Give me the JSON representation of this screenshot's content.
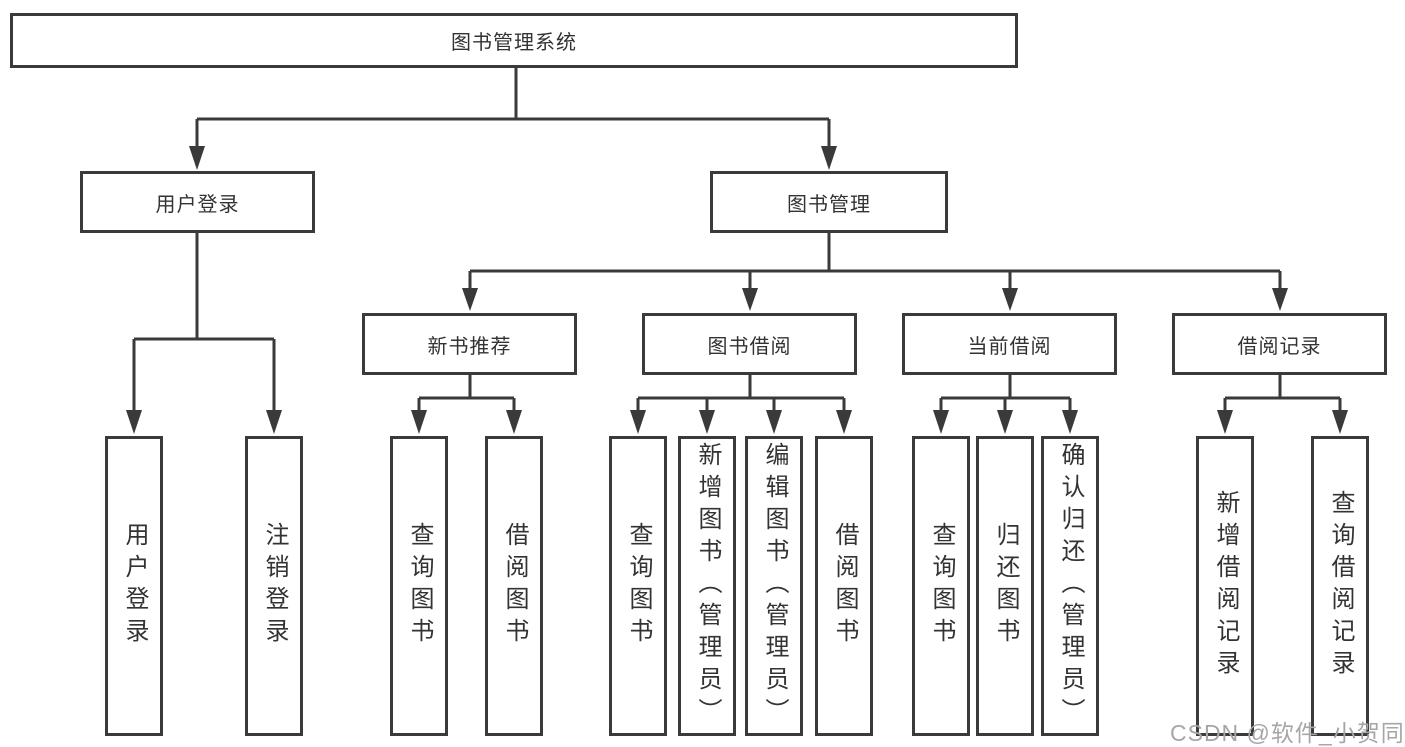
{
  "tree": {
    "root": {
      "label": "图书管理系统"
    },
    "children": [
      {
        "label": "用户登录",
        "children": [
          {
            "label": "用户登录"
          },
          {
            "label": "注销登录"
          }
        ]
      },
      {
        "label": "图书管理",
        "children": [
          {
            "label": "新书推荐",
            "children": [
              {
                "label": "查询图书"
              },
              {
                "label": "借阅图书"
              }
            ]
          },
          {
            "label": "图书借阅",
            "children": [
              {
                "label": "查询图书"
              },
              {
                "label": "新增图书（管理员）"
              },
              {
                "label": "编辑图书（管理员）"
              },
              {
                "label": "借阅图书"
              }
            ]
          },
          {
            "label": "当前借阅",
            "children": [
              {
                "label": "查询图书"
              },
              {
                "label": "归还图书"
              },
              {
                "label": "确认归还（管理员）"
              }
            ]
          },
          {
            "label": "借阅记录",
            "children": [
              {
                "label": "新增借阅记录"
              },
              {
                "label": "查询借阅记录"
              }
            ]
          }
        ]
      }
    ]
  },
  "watermark": {
    "text": "CSDN @软件_小贺同学"
  },
  "colors": {
    "line": "#3a3a3a",
    "text": "#333333",
    "watermark": "#a6a6a6",
    "background": "#ffffff"
  }
}
